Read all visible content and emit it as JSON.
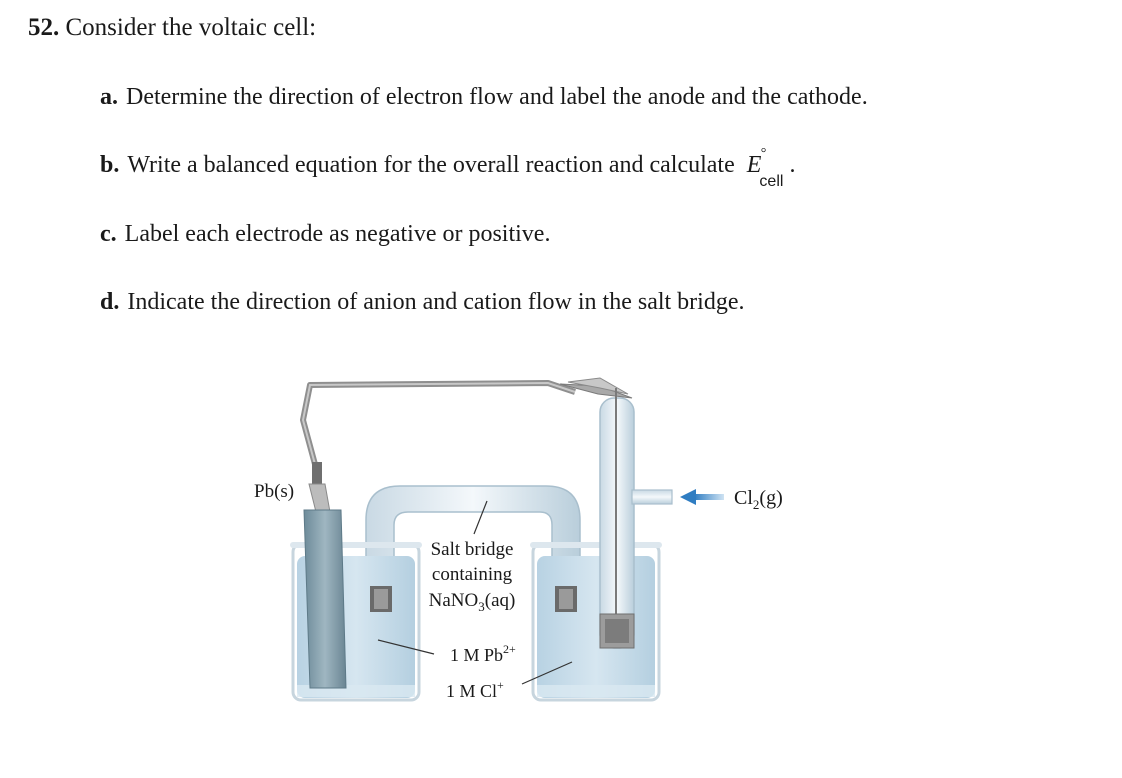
{
  "question": {
    "number": "52.",
    "text": "Consider the voltaic cell:"
  },
  "parts": [
    {
      "label": "a.",
      "text": "Determine the direction of electron flow and label the anode and the cathode."
    },
    {
      "label": "b.",
      "text": "Write a balanced equation for the overall reaction and calculate",
      "symbol": "E",
      "symbol_sup": "°",
      "symbol_sub": "cell",
      "end": " ."
    },
    {
      "label": "c.",
      "text": "Label each electrode as negative or positive."
    },
    {
      "label": "d.",
      "text": "Indicate the direction of anion and cation flow in the salt bridge."
    }
  ],
  "figure": {
    "left_electrode": "Pb(s)",
    "gas_label_main": "Cl",
    "gas_label_sub": "2",
    "gas_label_end": "(g)",
    "salt_bridge_line1": "Salt bridge",
    "salt_bridge_line2": "containing",
    "salt_bridge_line3_main": "NaNO",
    "salt_bridge_line3_sub": "3",
    "salt_bridge_line3_end": "(aq)",
    "left_solution_main": "1 M Pb",
    "left_solution_sup": "2+",
    "right_solution_main": "1 M Cl",
    "right_solution_sup": "+",
    "colors": {
      "solution": "#c6dcea",
      "glass": "#e6eef3",
      "wire": "#8a8a8a",
      "electrode": "#7d9aa8",
      "arrow": "#4a90c9"
    }
  }
}
